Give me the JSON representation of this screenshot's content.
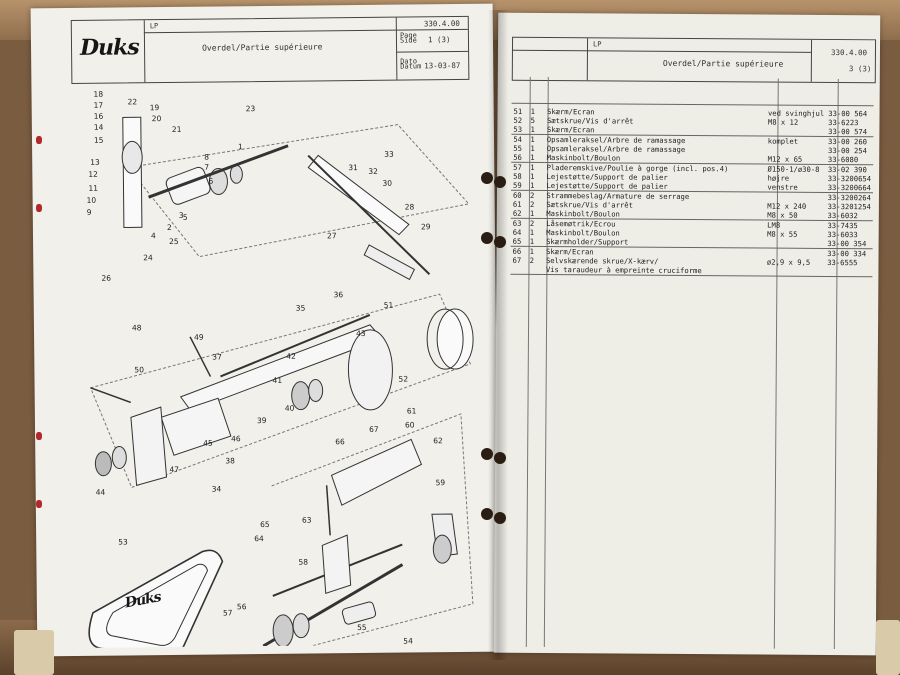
{
  "left_page": {
    "logo": "Duks",
    "type_code": "LP",
    "title": "Overdel/Partie supérieure",
    "doc_number": "330.4.00",
    "page": "1 (3)",
    "date": "13-03-87",
    "label_page": "Page",
    "label_side": "Side",
    "label_date": "Dato",
    "label_datum": "Datum",
    "diagram_labels": [
      "18",
      "17",
      "22",
      "19",
      "16",
      "20",
      "14",
      "21",
      "15",
      "13",
      "12",
      "11",
      "10",
      "9",
      "8",
      "7",
      "6",
      "5",
      "4",
      "3",
      "2",
      "1",
      "23",
      "24",
      "25",
      "26",
      "27",
      "28",
      "29",
      "30",
      "31",
      "32",
      "33",
      "34",
      "35",
      "36",
      "37",
      "38",
      "39",
      "40",
      "41",
      "42",
      "43",
      "44",
      "45",
      "46",
      "47",
      "48",
      "49",
      "50",
      "51",
      "52",
      "53",
      "54",
      "55",
      "56",
      "57",
      "58",
      "59",
      "60",
      "61",
      "62",
      "63",
      "64",
      "65",
      "66",
      "67"
    ],
    "badge_text": "Duks"
  },
  "right_page": {
    "type_code": "LP",
    "title": "Overdel/Partie supérieure",
    "doc_number": "330.4.00",
    "page": "3 (3)",
    "parts": [
      {
        "pos": "51",
        "qty": "1",
        "desc": "Skærm/Ecran",
        "spec": "ved svinghjul",
        "no": "33-00 564"
      },
      {
        "pos": "52",
        "qty": "5",
        "desc": "Sætskrue/Vis d'arrêt",
        "spec": "M8 x 12",
        "no": "33-6223"
      },
      {
        "pos": "53",
        "qty": "1",
        "desc": "Skærm/Ecran",
        "spec": "",
        "no": "33-00 574"
      },
      {
        "pos": "54",
        "qty": "1",
        "desc": "Opsamleraksel/Arbre de ramassage",
        "spec": "komplet",
        "no": "33-00 260"
      },
      {
        "pos": "55",
        "qty": "1",
        "desc": "Opsamleraksel/Arbre de ramassage",
        "spec": "",
        "no": "33-00 254"
      },
      {
        "pos": "56",
        "qty": "1",
        "desc": "Maskinbolt/Boulon",
        "spec": "M12 x 65",
        "no": "33-6080"
      },
      {
        "pos": "57",
        "qty": "1",
        "desc": "Pladeremskive/Poulie à gorge    (incl. pos.4)",
        "spec": "Ø150-1/ø30-8",
        "no": "33-02 390"
      },
      {
        "pos": "58",
        "qty": "1",
        "desc": "Lejestøtte/Support de palier",
        "spec": "højre",
        "no": "33-3200654"
      },
      {
        "pos": "59",
        "qty": "1",
        "desc": "Lejestøtte/Support de palier",
        "spec": "venstre",
        "no": "33-3200664"
      },
      {
        "pos": "60",
        "qty": "2",
        "desc": "Strammebeslag/Armature de serrage",
        "spec": "",
        "no": "33-3200264"
      },
      {
        "pos": "61",
        "qty": "2",
        "desc": "Sætskrue/Vis d'arrêt",
        "spec": "M12 x 240",
        "no": "33-3201254"
      },
      {
        "pos": "62",
        "qty": "1",
        "desc": "Maskinbolt/Boulon",
        "spec": "M8 x 50",
        "no": "33-6032"
      },
      {
        "pos": "63",
        "qty": "2",
        "desc": "Låsemøtrik/Ecrou",
        "spec": "LM8",
        "no": "33-7435"
      },
      {
        "pos": "64",
        "qty": "1",
        "desc": "Maskinbolt/Boulon",
        "spec": "M8 x 55",
        "no": "33-6033"
      },
      {
        "pos": "65",
        "qty": "1",
        "desc": "Skærmholder/Support",
        "spec": "",
        "no": "33-00 354"
      },
      {
        "pos": "66",
        "qty": "1",
        "desc": "Skærm/Ecran",
        "spec": "",
        "no": "33-00 334"
      },
      {
        "pos": "67",
        "qty": "2",
        "desc": "Selvskærende skrue/X-kærv/",
        "spec": "ø2,9 x 9,5",
        "no": "33-6555"
      },
      {
        "pos": "",
        "qty": "",
        "desc": "Vis taraudeur à empreinte cruciforme",
        "spec": "",
        "no": ""
      }
    ]
  }
}
